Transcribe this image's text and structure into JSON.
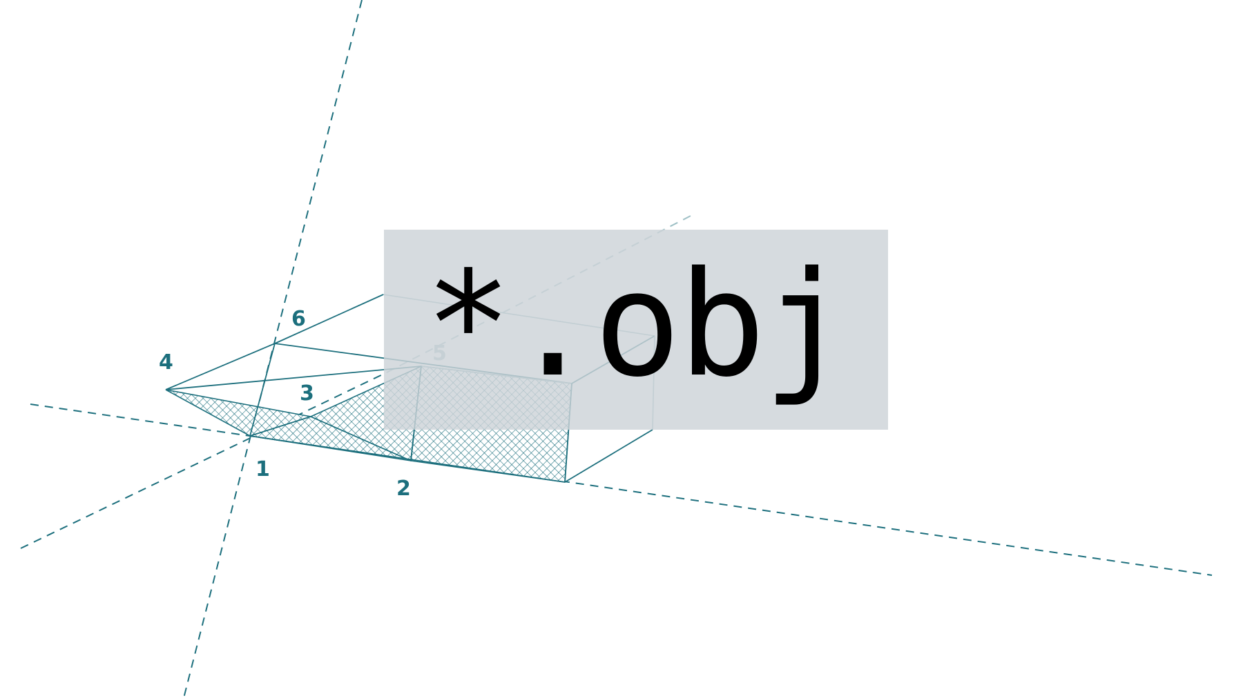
{
  "diagram": {
    "file_extension": "*.obj",
    "vertex_labels": [
      "1",
      "2",
      "3",
      "4",
      "5",
      "6"
    ]
  },
  "colors": {
    "line": "#1c6f7d",
    "line_faint": "#8fb6bd",
    "overlay_box": "#cdd3d8",
    "text": "#000000"
  }
}
